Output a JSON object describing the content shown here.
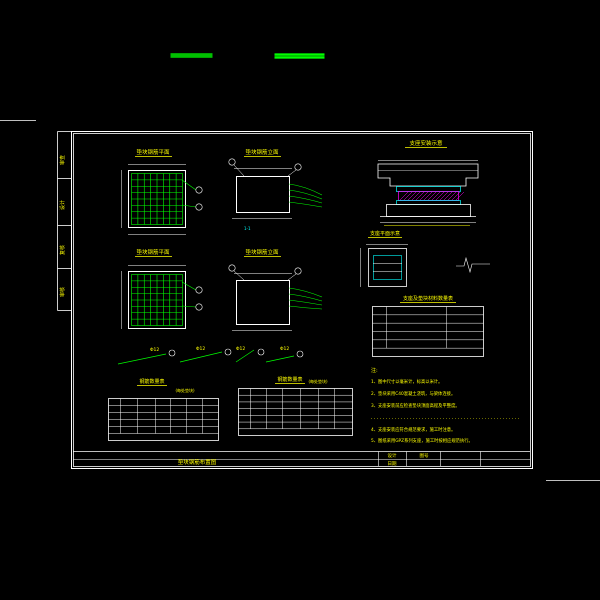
{
  "sheet": {
    "left_strip_labels": [
      "审查",
      "设计",
      "复核",
      "审核"
    ],
    "drawing_title": "垫块钢筋布置图",
    "title_block": {
      "design_label": "设计",
      "sheet_no_label": "图号",
      "date_label": "日期"
    }
  },
  "views": {
    "plan_top": "垫块钢筋平面",
    "elev_top": "垫块钢筋立面",
    "plan_bottom": "垫块钢筋平面",
    "elev_bottom": "垫块钢筋立面",
    "bearing_detail": "支座安装示意",
    "bearing_plan": "支座平面示意",
    "materials_table_title": "支座及垫块材料数量表",
    "rebar_table_left_title": "钢筋数量表",
    "rebar_table_right_title": "钢筋数量表",
    "rebar_table_left_subtitle": "(每处垫块)",
    "rebar_table_right_subtitle": "(每处垫块)"
  },
  "rebar_callouts": [
    "Φ12",
    "Φ12",
    "Φ12",
    "Φ12"
  ],
  "notes": {
    "heading": "注:",
    "items": [
      "1、图中尺寸以毫米计，标高以米计。",
      "2、垫块采用C40混凝土浇筑，与梁体连接。",
      "3、支座安装前应检查垫块顶面高程及平整度。",
      "4、支座安装应符合规范要求，施工时注意。",
      "5、图纸采用GPZ系列支座，施工时按相应规范执行。"
    ]
  },
  "colors": {
    "background": "#000000",
    "frame": "#ffffff",
    "dimension": "#ffff00",
    "rebar": "#00ff00",
    "hatch": "#ff00ff",
    "accent": "#00ffff"
  }
}
